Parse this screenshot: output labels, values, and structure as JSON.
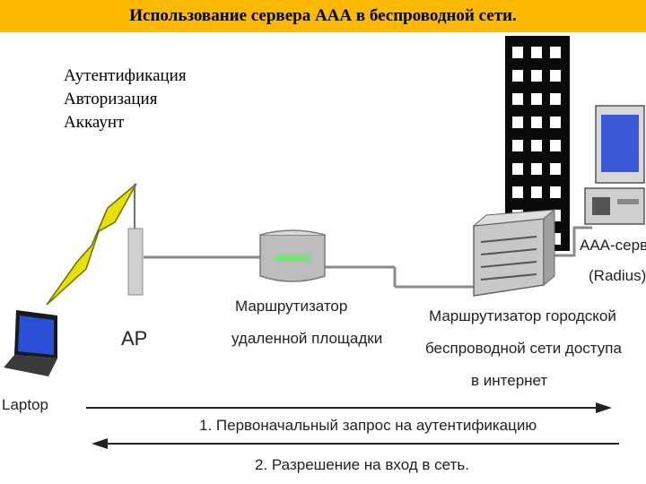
{
  "title": "Использование сервера ААА в беспроводной сети.",
  "aaa_items": [
    "Аутентификация",
    "Авторизация",
    "Аккаунт"
  ],
  "nodes": {
    "laptop": "Laptop",
    "ap": "AP",
    "remote_router": [
      "Маршрутизатор",
      "удаленной площадки"
    ],
    "city_router": [
      "Маршрутизатор городской",
      "беспроводной сети доступа",
      "в интернет"
    ],
    "aaa_server": [
      "AAA-сервер",
      "(Radius)"
    ]
  },
  "flows": [
    "1. Первоначальный запрос на аутентификацию",
    "2. Разрешение на вход в сеть."
  ],
  "colors": {
    "title_bar": "#fbb900",
    "lightning": "#e8e000",
    "screen": "#2a4fd8"
  }
}
